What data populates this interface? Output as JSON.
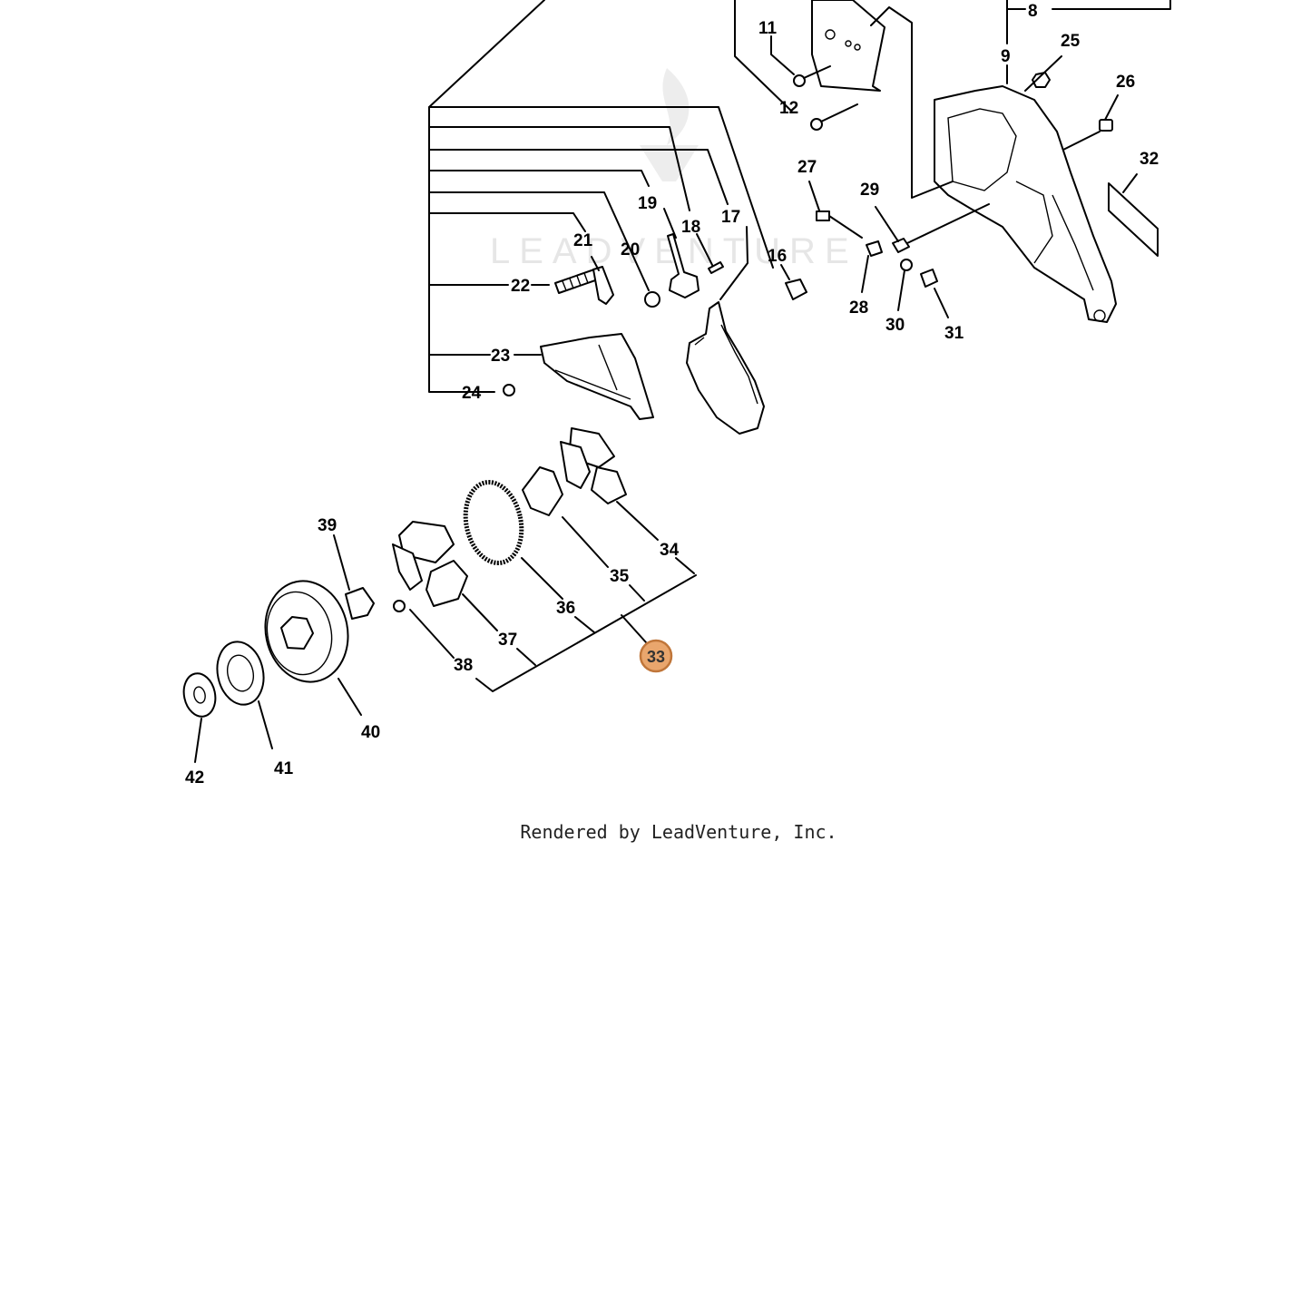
{
  "diagram": {
    "watermark": "LEADVENTURE",
    "footer": "Rendered by LeadVenture, Inc.",
    "highlight_color": "#e9a66d",
    "highlighted_callout": "33",
    "callouts": {
      "c8": "8",
      "c9": "9",
      "c11": "11",
      "c12": "12",
      "c16": "16",
      "c17": "17",
      "c18": "18",
      "c19": "19",
      "c20": "20",
      "c21": "21",
      "c22": "22",
      "c23": "23",
      "c24": "24",
      "c25": "25",
      "c26": "26",
      "c27": "27",
      "c28": "28",
      "c29": "29",
      "c30": "30",
      "c31": "31",
      "c32": "32",
      "c33": "33",
      "c34": "34",
      "c35": "35",
      "c36": "36",
      "c37": "37",
      "c38": "38",
      "c39": "39",
      "c40": "40",
      "c41": "41",
      "c42": "42"
    }
  }
}
